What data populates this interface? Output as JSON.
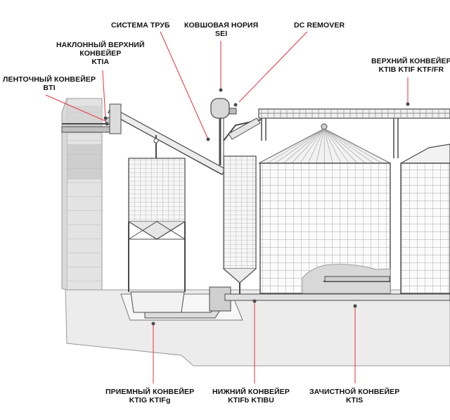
{
  "labels": {
    "pipe_system": "СИСТЕМА ТРУБ",
    "bucket_elevator": [
      "КОВШОВАЯ НОРИЯ",
      "SEI"
    ],
    "dc_remover": "DC REMOVER",
    "inclined_conveyor": [
      "НАКЛОННЫЙ ВЕРХНИЙ",
      "КОНВЕЙЕР",
      "KTIA"
    ],
    "belt_conveyor": [
      "ЛЕНТОЧНЫЙ КОНВЕЙЕР",
      "BTI"
    ],
    "upper_conveyor": [
      "ВЕРХНИЙ КОНВЕЙЕР",
      "KTIB KTIF KTF/FR"
    ],
    "receiving_conveyor": [
      "ПРИЕМНЫЙ КОНВЕЙЕР",
      "KTIG KTIFg"
    ],
    "lower_conveyor": [
      "НИЖНИЙ КОНВЕЙЕР",
      "KTIFb KTIBU"
    ],
    "sweep_conveyor": [
      "ЗАЧИСТНОЙ КОНВЕЙЕР",
      "KTIS"
    ]
  },
  "colors": {
    "leader": "#e8323c",
    "outline": "#4a4a4a",
    "grid": "#8c8c8c",
    "ground": "#e9e9e9",
    "grain": "#d8d8d8"
  }
}
